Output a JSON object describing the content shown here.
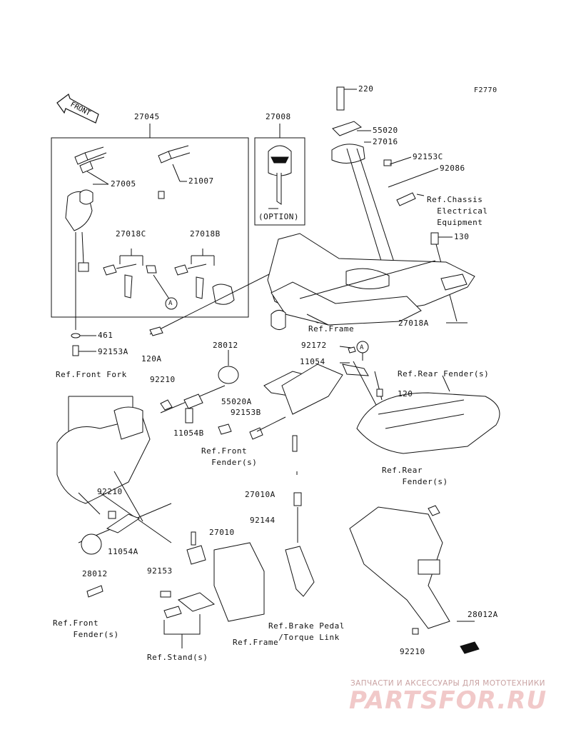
{
  "diagram_code": "F2770",
  "front_badge": "FRONT",
  "option_label": "(OPTION)",
  "labels": {
    "p220": "220",
    "p55020": "55020",
    "p27016": "27016",
    "p92153c": "92153C",
    "p92086": "92086",
    "ref_chassis": "Ref.Chassis\n  Electrical\n  Equipment",
    "p130": "130",
    "p27045": "27045",
    "p27008": "27008",
    "p27005": "27005",
    "p21007": "21007",
    "p27018c": "27018C",
    "p27018b": "27018B",
    "p461": "461",
    "p92153a": "92153A",
    "p120a": "120A",
    "ref_frame1": "Ref.Frame",
    "p27018a": "27018A",
    "p28012_top": "28012",
    "p92172": "92172",
    "p11054": "11054",
    "ref_rear_fender1": "Ref.Rear Fender(s)",
    "ref_front_fork": "Ref.Front Fork",
    "p92210_a": "92210",
    "p55020a": "55020A",
    "p120": "120",
    "p92153b": "92153B",
    "p11054b": "11054B",
    "ref_front_fender1": "Ref.Front\n  Fender(s)",
    "ref_rear_fender2": "Ref.Rear\n    Fender(s)",
    "p92210_b": "92210",
    "p27010a": "27010A",
    "p92144": "92144",
    "p11054a": "11054A",
    "p27010": "27010",
    "p28012_bottom": "28012",
    "p92153": "92153",
    "ref_front_fender2": "Ref.Front\n    Fender(s)",
    "ref_brake": "Ref.Brake Pedal\n  /Torque Link",
    "p28012a": "28012A",
    "ref_frame2": "Ref.Frame",
    "p92210_c": "92210",
    "ref_stand": "Ref.Stand(s)",
    "callout_a1": "A",
    "callout_a2": "A"
  },
  "watermark": {
    "tagline": "ЗАПЧАСТИ И АКСЕССУАРЫ ДЛЯ МОТОТЕХНИКИ",
    "site": "PARTSFOR.RU"
  }
}
